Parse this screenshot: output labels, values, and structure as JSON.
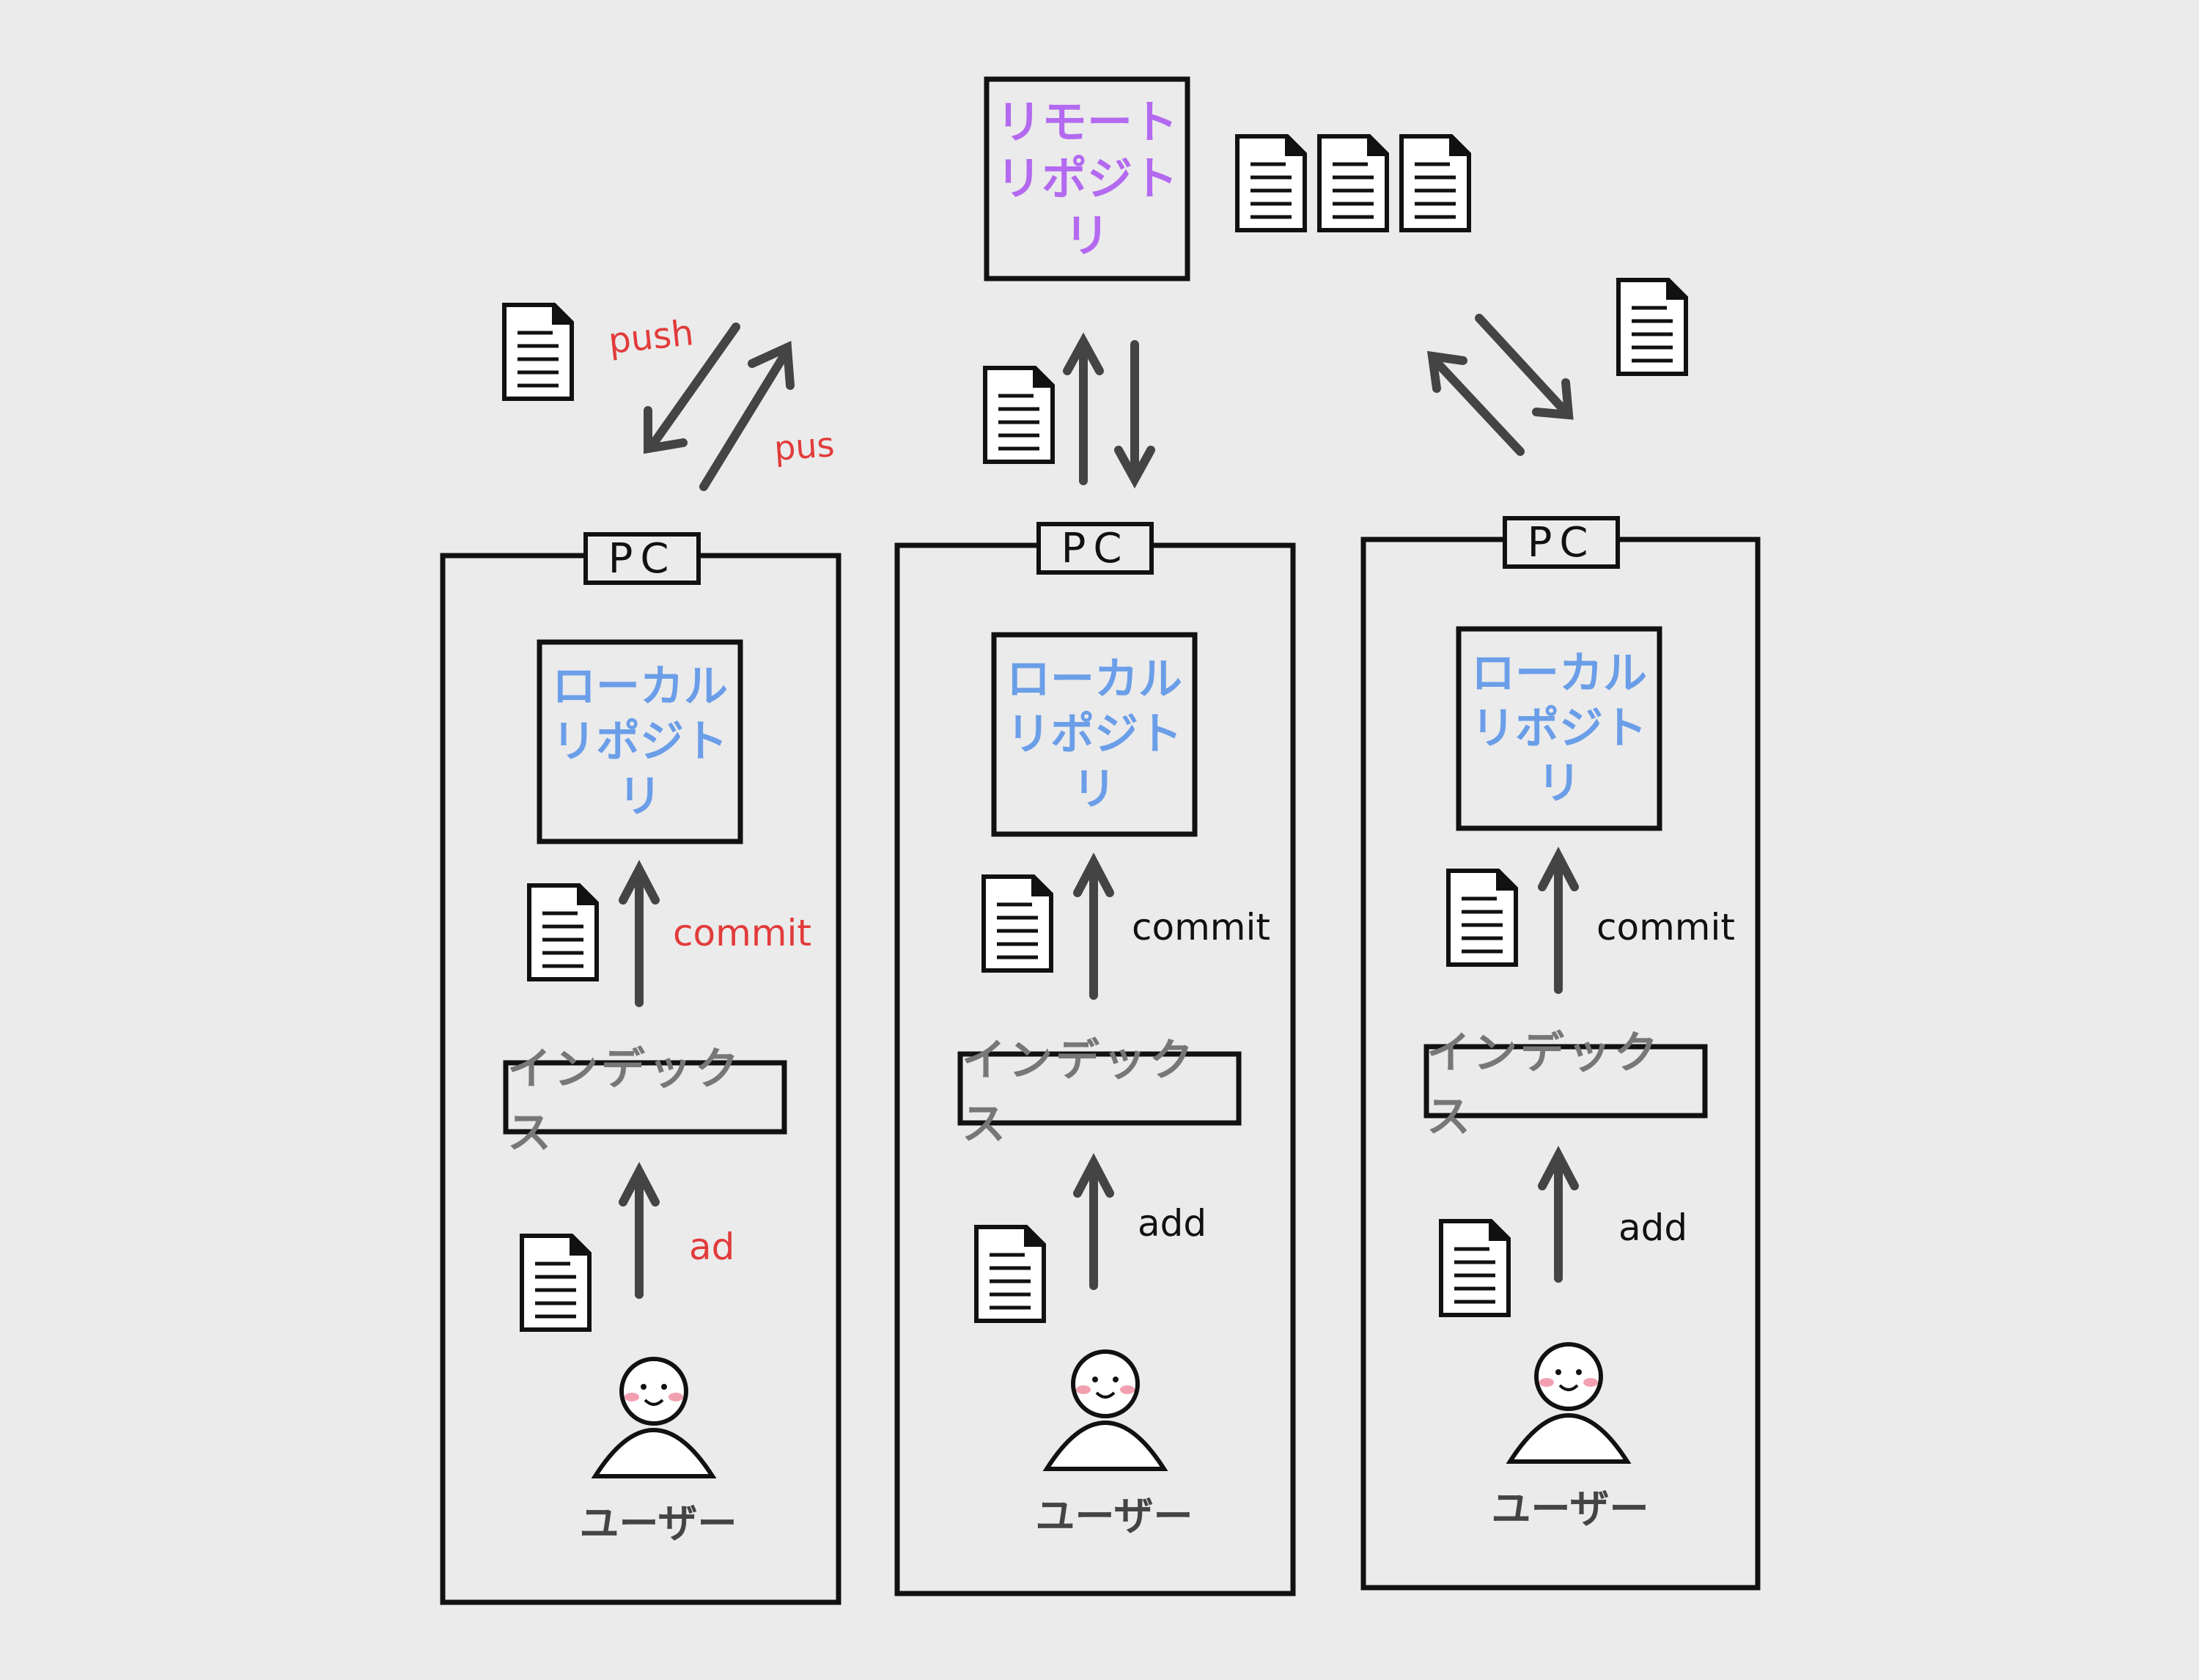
{
  "remote": {
    "line1": "リモート",
    "line2": "リポジトリ"
  },
  "push_labels": {
    "push": "push",
    "pus": "pus"
  },
  "pcs": [
    {
      "tab": "PC",
      "local_line1": "ローカル",
      "local_line2": "リポジトリ",
      "commit": "commit",
      "index": "インデックス",
      "add": "ad",
      "user": "ユーザー",
      "label_color": "#e23b3b"
    },
    {
      "tab": "PC",
      "local_line1": "ローカル",
      "local_line2": "リポジトリ",
      "commit": "commit",
      "index": "インデックス",
      "add": "add",
      "user": "ユーザー",
      "label_color": "#111111"
    },
    {
      "tab": "PC",
      "local_line1": "ローカル",
      "local_line2": "リポジトリ",
      "commit": "commit",
      "index": "インデックス",
      "add": "add",
      "user": "ユーザー",
      "label_color": "#111111"
    }
  ],
  "colors": {
    "remote": "#b36af0",
    "local": "#6b9ee8",
    "accent_red": "#e23b3b",
    "arrow": "#444444",
    "stroke": "#111111"
  }
}
